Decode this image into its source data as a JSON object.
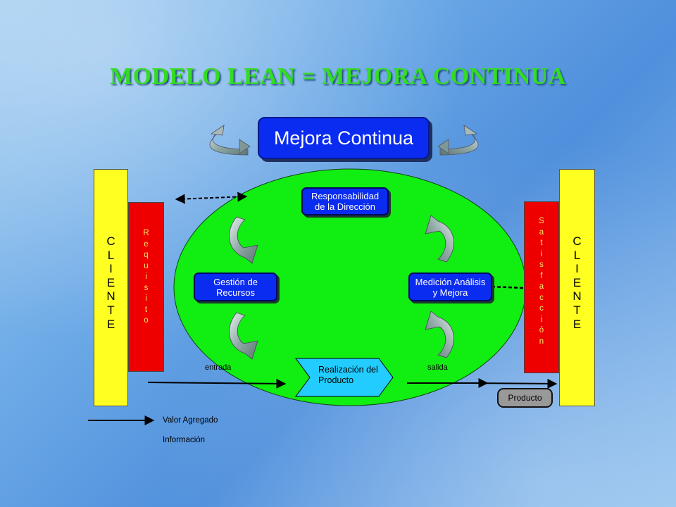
{
  "title": "MODELO LEAN = MEJORA CONTINUA",
  "top_box": "Mejora Continua",
  "left_cliente": "C\nL\nI\nE\nN\nT\nE",
  "right_cliente": "C\nL\nI\nE\nN\nT\nE",
  "requisito": "R\ne\nq\nu\ni\ns\ni\nt\no",
  "satisfaccion": "S\na\nt\ni\ns\nf\na\nc\nc\ni\nó\nn",
  "nodes": {
    "responsabilidad": "Responsabilidad\nde la Dirección",
    "gestion": "Gestión de\nRecursos",
    "medicion": "Medición Análisis\ny Mejora",
    "realizacion": "Realización del\nProducto"
  },
  "labels": {
    "entrada": "entrada",
    "salida": "salida",
    "producto": "Producto"
  },
  "legend": {
    "valor_agregado": "Valor Agregado",
    "informacion": "Información"
  },
  "colors": {
    "ellipse": "#11ee11",
    "blue_box": "#0a2bf0",
    "cliente": "#ffff22",
    "red_column": "#ee0000",
    "process_shape": "#22ccff",
    "title": "#33dd22"
  }
}
